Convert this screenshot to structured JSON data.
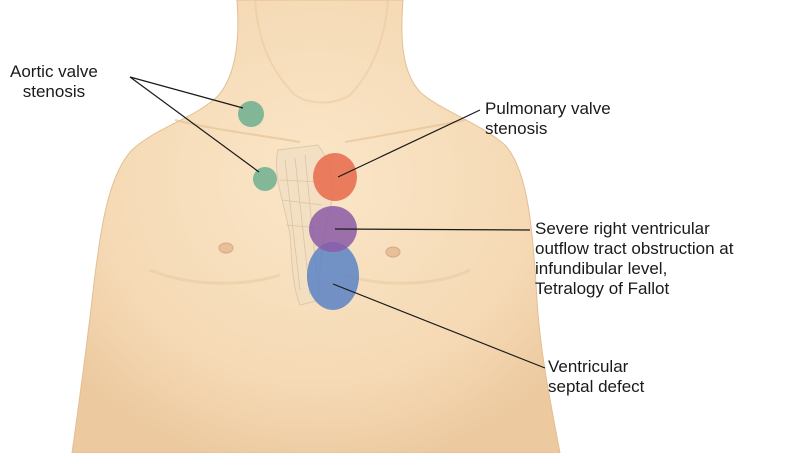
{
  "labels": {
    "aortic": [
      "Aortic valve",
      "stenosis"
    ],
    "pulmonary": [
      "Pulmonary valve",
      "stenosis"
    ],
    "severe_rv": [
      "Severe right ventricular",
      "outflow tract obstruction at",
      "infundibular level,",
      "Tetralogy of Fallot"
    ],
    "vsd": [
      "Ventricular",
      "septal defect"
    ]
  },
  "colors": {
    "skin": "#f6dcb8",
    "skin_shadow": "#e9c79d",
    "aortic_area": "#5aa88a",
    "pulmonary_area": "#e8694a",
    "infundibular_area": "#8b5ba6",
    "vsd_area": "#5b83c6",
    "leader_line": "#1a1a1a"
  }
}
